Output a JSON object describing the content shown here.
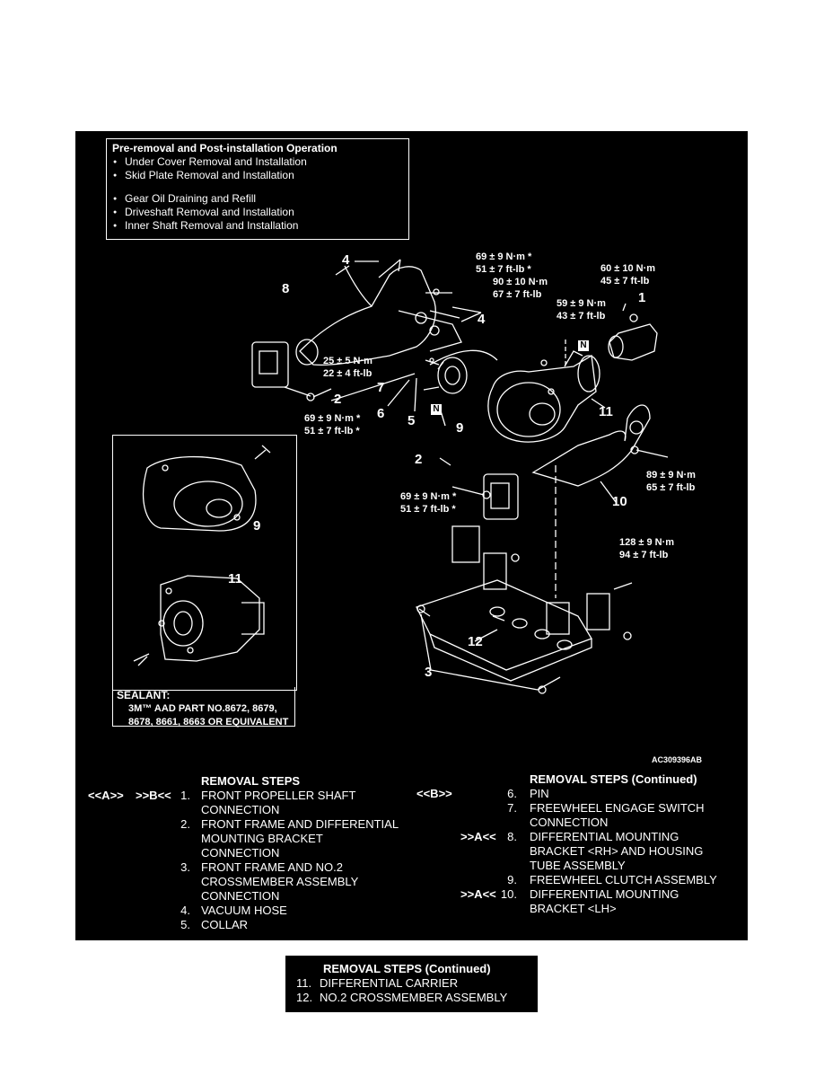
{
  "pre_removal": {
    "title": "Pre-removal and Post-installation Operation",
    "group1": [
      "Under Cover Removal and Installation",
      "Skid Plate Removal and Installation"
    ],
    "group2": [
      "Gear Oil Draining and Refill",
      "Driveshaft Removal and Installation",
      "Inner Shaft Removal and Installation"
    ]
  },
  "torques": {
    "t1a": "69 ± 9 N·m *",
    "t1b": "51 ± 7 ft-lb *",
    "t2a": "90 ± 10 N·m",
    "t2b": "67 ± 7 ft-lb",
    "t3a": "60 ± 10 N·m",
    "t3b": "45 ± 7 ft-lb",
    "t4a": "59 ± 9 N·m",
    "t4b": "43 ± 7 ft-lb",
    "t5a": "25 ± 5 N·m",
    "t5b": "22 ± 4 ft-lb",
    "t6a": "69 ± 9 N·m *",
    "t6b": "51 ± 7 ft-lb *",
    "t7a": "89 ± 9 N·m",
    "t7b": "65 ± 7 ft-lb",
    "t8a": "69 ± 9 N·m *",
    "t8b": "51 ± 7 ft-lb *",
    "t9a": "128 ± 9 N·m",
    "t9b": "94 ± 7 ft-lb"
  },
  "callouts": {
    "c1": "1",
    "c2a": "2",
    "c2b": "2",
    "c3": "3",
    "c4a": "4",
    "c4b": "4",
    "c5": "5",
    "c6": "6",
    "c7": "7",
    "c8": "8",
    "c9a": "9",
    "c9b": "9",
    "c10": "10",
    "c11a": "11",
    "c11b": "11",
    "c12": "12",
    "n": "N"
  },
  "sealant": {
    "title": "SEALANT:",
    "line1": "3M™ AAD PART NO.8672, 8679,",
    "line2": "8678, 8661, 8663 OR EQUIVALENT"
  },
  "figure_id": "AC309396AB",
  "removal_steps": {
    "title": "REMOVAL STEPS",
    "marker_a": "<<A>>",
    "marker_b": ">>B<<",
    "items": [
      {
        "num": "1.",
        "lines": [
          "FRONT PROPELLER SHAFT",
          "CONNECTION"
        ]
      },
      {
        "num": "2.",
        "lines": [
          "FRONT FRAME AND DIFFERENTIAL",
          "MOUNTING BRACKET",
          "CONNECTION"
        ]
      },
      {
        "num": "3.",
        "lines": [
          "FRONT FRAME AND NO.2",
          "CROSSMEMBER ASSEMBLY",
          "CONNECTION"
        ]
      },
      {
        "num": "4.",
        "lines": [
          "VACUUM HOSE"
        ]
      },
      {
        "num": "5.",
        "lines": [
          "COLLAR"
        ]
      }
    ]
  },
  "removal_steps_cont": {
    "title": "REMOVAL STEPS (Continued)",
    "items": [
      {
        "marker": "<<B>>",
        "num": "6.",
        "lines": [
          "PIN"
        ]
      },
      {
        "marker": "",
        "num": "7.",
        "lines": [
          "FREEWHEEL ENGAGE SWITCH",
          "CONNECTION"
        ]
      },
      {
        "marker": ">>A<<",
        "num": "8.",
        "lines": [
          "DIFFERENTIAL MOUNTING",
          "BRACKET <RH> AND HOUSING",
          "TUBE ASSEMBLY"
        ]
      },
      {
        "marker": "",
        "num": "9.",
        "lines": [
          "FREEWHEEL CLUTCH ASSEMBLY"
        ]
      },
      {
        "marker": ">>A<<",
        "num": "10.",
        "lines": [
          "DIFFERENTIAL MOUNTING",
          "BRACKET <LH>"
        ]
      }
    ]
  },
  "removal_steps_cont2": {
    "title": "REMOVAL STEPS (Continued)",
    "items": [
      {
        "num": "11.",
        "label": "DIFFERENTIAL CARRIER"
      },
      {
        "num": "12.",
        "label": "NO.2 CROSSMEMBER ASSEMBLY"
      }
    ]
  }
}
